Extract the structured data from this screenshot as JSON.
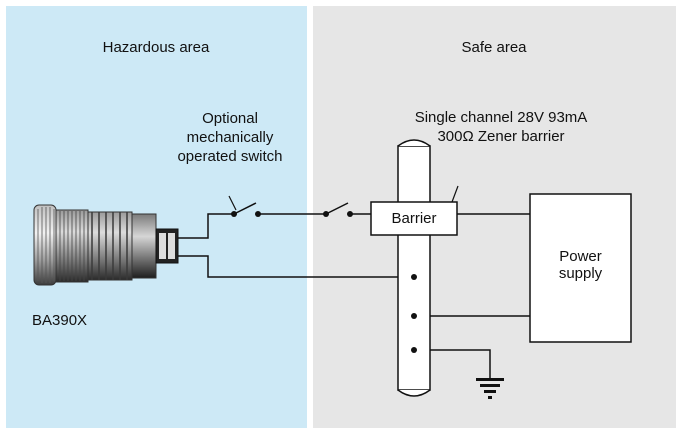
{
  "zones": {
    "hazardous": {
      "label": "Hazardous area",
      "color": "#cde9f6"
    },
    "safe": {
      "label": "Safe area",
      "color": "#e6e6e6"
    }
  },
  "switch_label": [
    "Optional",
    "mechanically",
    "operated switch"
  ],
  "barrier_spec": [
    "Single channel 28V 93mA",
    "300Ω Zener barrier"
  ],
  "barrier_label": "Barrier",
  "power_supply": [
    "Power",
    "supply"
  ],
  "device_label": "BA390X",
  "icons": [
    "push-button-device-icon",
    "switch-icon",
    "ground-icon"
  ]
}
